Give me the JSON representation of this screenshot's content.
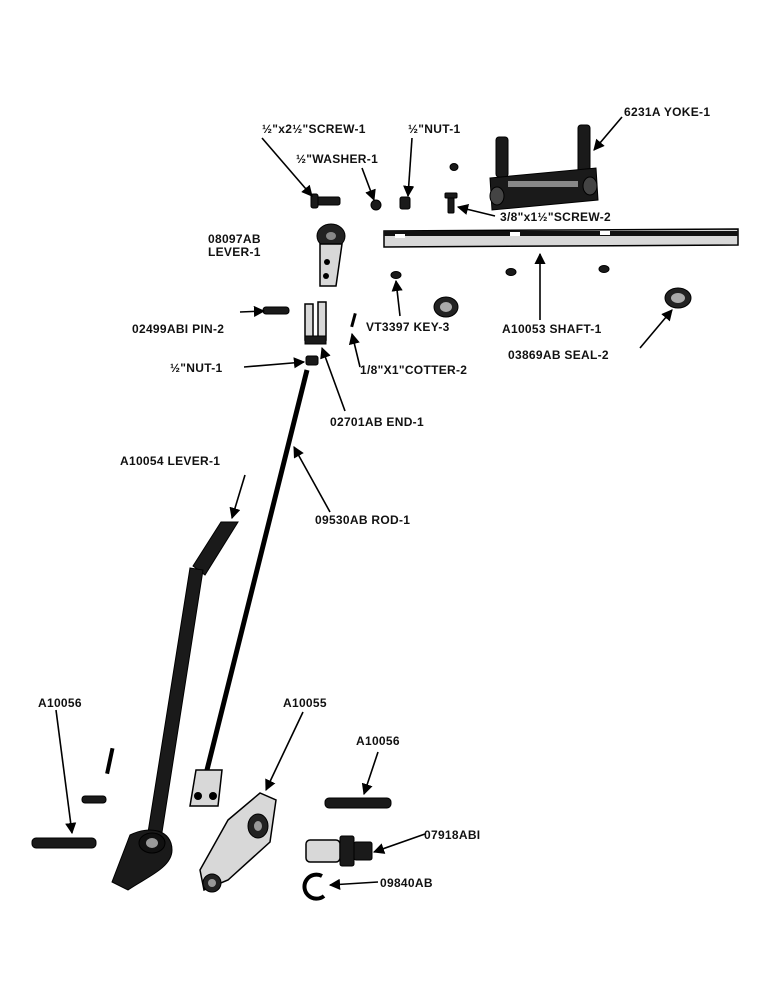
{
  "labels": {
    "screw_half_2half": "½\"x2½\"SCREW-1",
    "nut_half_top": "½\"NUT-1",
    "yoke": "6231A YOKE-1",
    "washer": "½\"WASHER-1",
    "screw_3_8": "3/8\"x1½\"SCREW-2",
    "lever_08097": "08097AB",
    "lever_08097_b": "LEVER-1",
    "shaft": "A10053 SHAFT-1",
    "pin": "02499ABI PIN-2",
    "key": "VT3397 KEY-3",
    "seal": "03869AB SEAL-2",
    "nut_half_mid": "½\"NUT-1",
    "cotter": "1/8\"X1\"COTTER-2",
    "end": "02701AB END-1",
    "lever_a10054": "A10054 LEVER-1",
    "rod": "09530AB ROD-1",
    "a10056_left": "A10056",
    "a10055": "A10055",
    "a10056_right": "A10056",
    "p07918": "07918ABI",
    "p09840": "09840AB"
  }
}
